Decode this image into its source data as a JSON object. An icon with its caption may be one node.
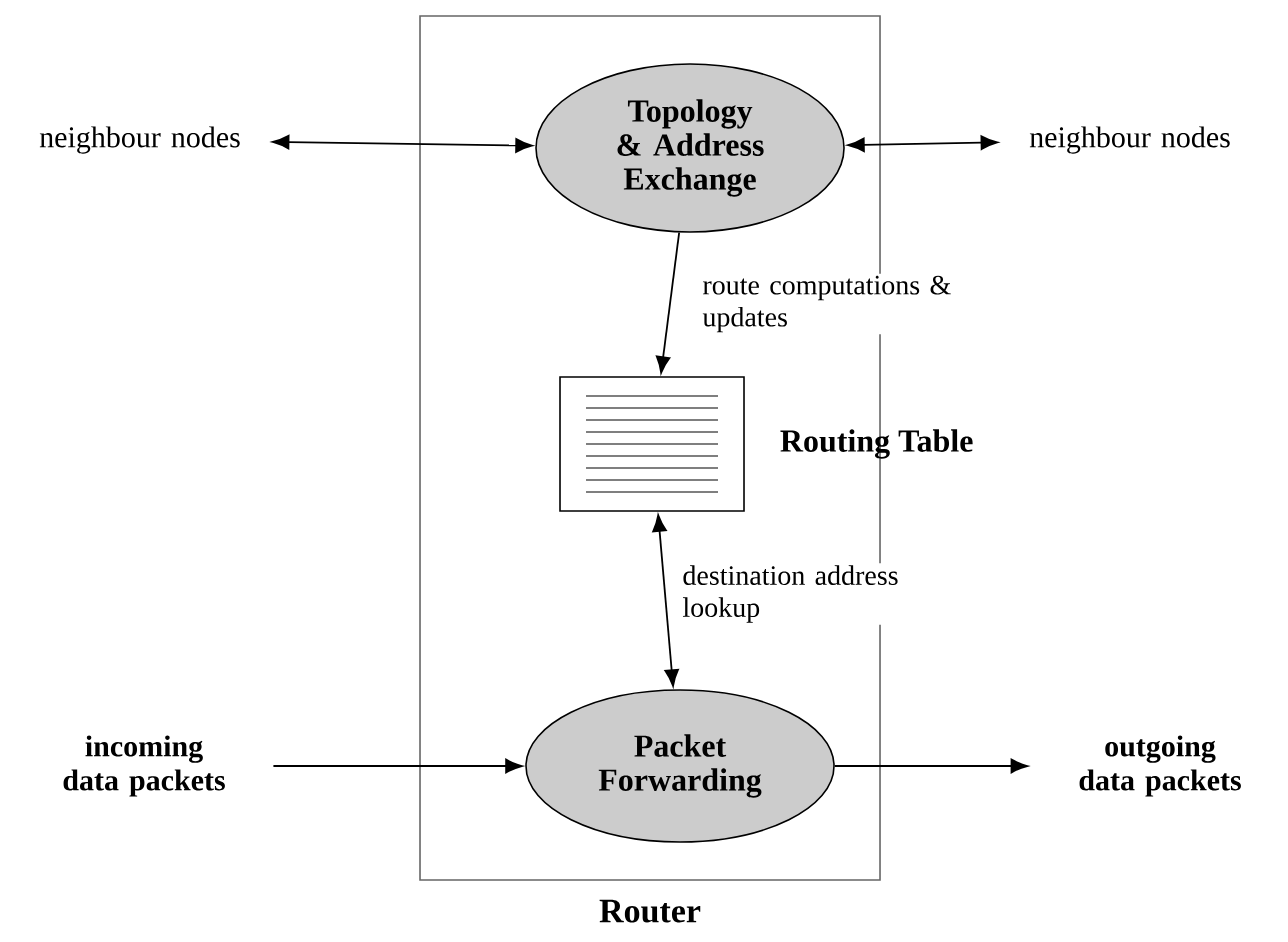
{
  "diagram": {
    "nodes": [
      {
        "text": [
          "Router"
        ]
      },
      {
        "text": [
          "Topology & Address Exchange"
        ],
        "in": 0
      },
      {
        "text": [
          "Routing Table"
        ],
        "in": 0
      },
      {
        "text": [
          "Packet Forwarding"
        ],
        "in": 0
      },
      {
        "text": [
          "neighbour nodes"
        ]
      },
      {
        "text": [
          "neighbour nodes"
        ]
      },
      {
        "text": [
          "incoming data packets"
        ]
      },
      {
        "text": [
          "outgoing data packets"
        ]
      }
    ],
    "edges": [
      {
        "from": 4,
        "to": 1,
        "arrow": "both"
      },
      {
        "from": 1,
        "to": 5,
        "arrow": "both"
      },
      {
        "from": 1,
        "to": 2,
        "arrow": "to",
        "label": "route computations & updates"
      },
      {
        "from": 2,
        "to": 3,
        "arrow": "both",
        "label": "destination address lookup"
      },
      {
        "from": 6,
        "to": 3,
        "arrow": "to"
      },
      {
        "from": 3,
        "to": 7,
        "arrow": "to"
      }
    ]
  }
}
